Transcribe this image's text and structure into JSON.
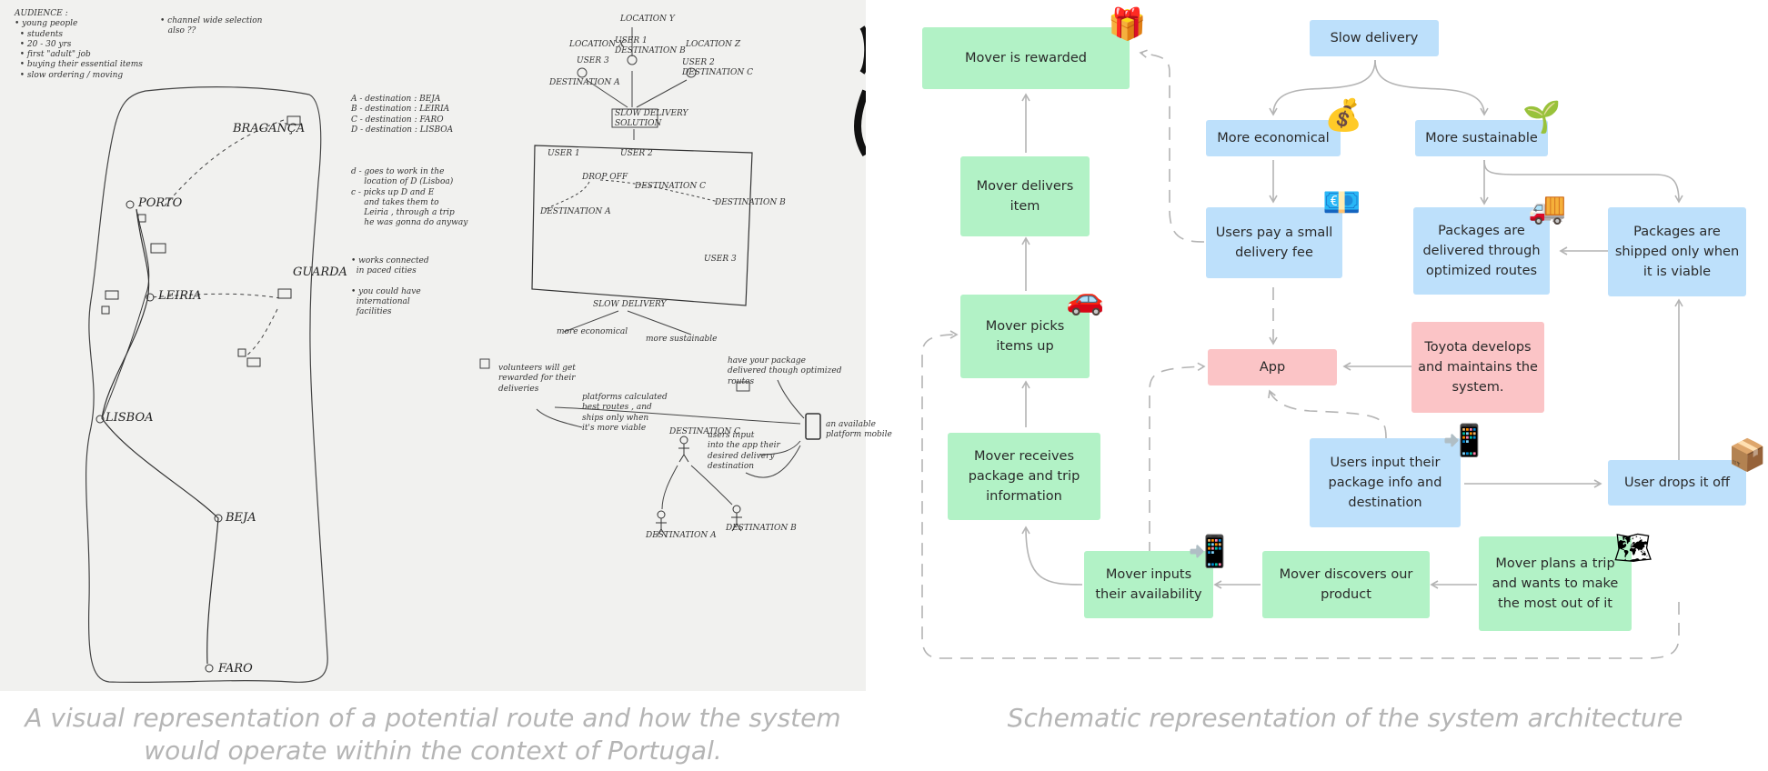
{
  "sketch": {
    "audience": "AUDIENCE :\n• young people\n  • students\n  • 20 - 30 yrs\n  • first \"adult\" job\n  • buying their essential items\n  • slow ordering / moving",
    "note_top": "• channel wide selection\n   also ??",
    "legend_destinations": "A - destination : BEJA\nB - destination : LEIRIA\nC - destination : FARO\nD - destination : LISBOA",
    "legend_notes": "d - goes to work in the\n     location of D (Lisboa)\nc - picks up D and E\n     and takes them to\n     Leiria , through a trip\n     he was gonna do anyway",
    "legend_extra": "• works connected\n  in paced cities\n\n• you could have\n  international\n  facilities",
    "flow_top": "LOCATION Y",
    "loc_x": "LOCATION X",
    "loc_y_sub": "USER 1\nDESTINATION B",
    "loc_z": "LOCATION Z",
    "loc_z_sub": "USER 2\nDESTINATION C",
    "user3": "USER 3",
    "dest_a": "DESTINATION A",
    "slow_delivery_solution": "SLOW DELIVERY\nSOLUTION",
    "box_user1": "USER 1",
    "box_user2": "USER 2",
    "box_user3": "USER 3",
    "box_dest_a": "DESTINATION A",
    "box_dest_c": "DESTINATION C",
    "box_dest_b": "DESTINATION B",
    "box_drop": "DROP OFF",
    "slow_delivery": "SLOW DELIVERY",
    "more_economical": "more economical",
    "more_sustainable": "more sustainable",
    "rewarded": "volunteers will get\nrewarded for their\ndeliveries",
    "optimized": "have your package\ndelivered though optimized\nroutes",
    "platforms": "platforms calculated\nbest routes , and\nships only when\nit's more viable",
    "user_input": "users input\ninto the app their\ndesired delivery\ndestination",
    "destination_c": "DESTINATION C",
    "destination_a": "DESTINATION A",
    "destination_b": "DESTINATION B",
    "phone_note": "an available\nplatform mobile",
    "cities": {
      "braganca": "BRAGANÇA",
      "porto": "PORTO",
      "guarda": "GUARDA",
      "leiria": "LEIRIA",
      "lisboa": "LISBOA",
      "beja": "BEJA",
      "faro": "FARO"
    }
  },
  "diagram": {
    "nodes": {
      "rewarded": "Mover is rewarded",
      "delivers": "Mover delivers item",
      "picks": "Mover picks items up",
      "receives": "Mover receives package and trip information",
      "inputs_avail": "Mover inputs their availability",
      "discovers": "Mover discovers our product",
      "plans": "Mover plans a trip and wants to make the most out of it",
      "slow": "Slow delivery",
      "economical": "More economical",
      "sustainable": "More sustainable",
      "fee": "Users pay a small delivery fee",
      "optimized": "Packages are delivered through optimized routes",
      "viable": "Packages are shipped only when it is viable",
      "app": "App",
      "toyota": "Toyota develops and maintains the system.",
      "user_input": "Users input their package info and destination",
      "drops": "User drops it off"
    },
    "icons": {
      "rewarded": "gift-icon",
      "picks": "car-icon",
      "economical": "money-bag-icon",
      "sustainable": "seedling-icon",
      "fee": "banknote-icon",
      "optimized": "truck-icon",
      "user_input": "phone-icon",
      "drops": "package-icon",
      "inputs_avail": "phone-icon",
      "plans": "map-icon"
    },
    "colors": {
      "mover": "#b2f2c6",
      "user": "#bde0fb",
      "app": "#fbc4c6",
      "edge": "#b4b4b4"
    }
  },
  "captions": {
    "left": "A visual representation of a potential route and how the system would operate within the context of Portugal.",
    "right": "Schematic representation of the system architecture"
  }
}
